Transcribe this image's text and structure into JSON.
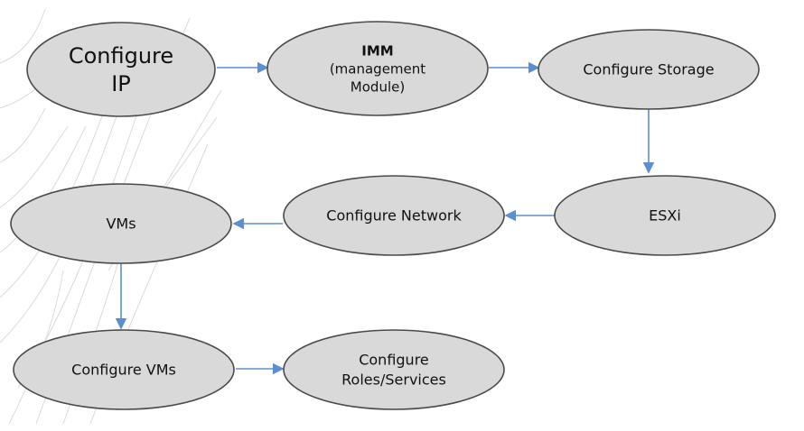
{
  "diagram": {
    "nodes": [
      {
        "id": "configure-ip",
        "lines": [
          "Configure",
          "IP"
        ]
      },
      {
        "id": "imm",
        "lines": [
          "IMM",
          "(management",
          "Module)"
        ]
      },
      {
        "id": "configure-storage",
        "lines": [
          "Configure Storage"
        ]
      },
      {
        "id": "esxi",
        "lines": [
          "ESXi"
        ]
      },
      {
        "id": "configure-network",
        "lines": [
          "Configure Network"
        ]
      },
      {
        "id": "vms",
        "lines": [
          "VMs"
        ]
      },
      {
        "id": "configure-vms",
        "lines": [
          "Configure VMs"
        ]
      },
      {
        "id": "configure-roles-services",
        "lines": [
          "Configure",
          "Roles/Services"
        ]
      }
    ],
    "edges": [
      {
        "from": "configure-ip",
        "to": "imm"
      },
      {
        "from": "imm",
        "to": "configure-storage"
      },
      {
        "from": "configure-storage",
        "to": "esxi"
      },
      {
        "from": "esxi",
        "to": "configure-network"
      },
      {
        "from": "configure-network",
        "to": "vms"
      },
      {
        "from": "vms",
        "to": "configure-vms"
      },
      {
        "from": "configure-vms",
        "to": "configure-roles-services"
      }
    ],
    "colors": {
      "node_fill": "#d9d9d9",
      "node_stroke": "#4a4a4a",
      "arrow": "#5b8fcf",
      "background_feather": "#d3d3d3"
    }
  }
}
